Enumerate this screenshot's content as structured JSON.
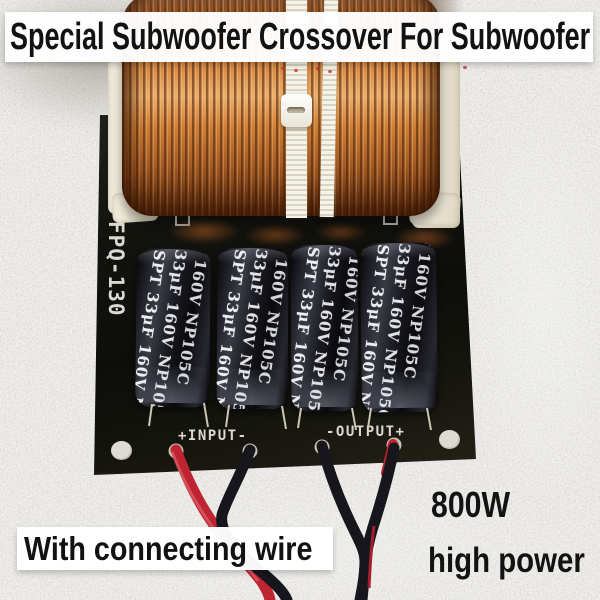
{
  "overlays": {
    "title": "Special Subwoofer Crossover For Subwoofer",
    "caption": "With connecting wire",
    "power_line1": "800W",
    "power_line2": "high power"
  },
  "board": {
    "model": "FPQ-130",
    "input_label": "+INPUT-",
    "output_label": "-OUTPUT+"
  },
  "capacitors": {
    "count": 4,
    "marking": "SPT 33μF 160V NP105C",
    "brand": "SPT",
    "capacitance": "33μF",
    "voltage": "160V",
    "type_code": "NP105C"
  },
  "coil": {
    "type": "copper-wound-inductor",
    "zip_tie_count": 2
  },
  "wires": {
    "input_colors": [
      "red",
      "black"
    ],
    "output_colors": [
      "black",
      "red-black"
    ]
  },
  "colors": {
    "background": "#c6c4c0",
    "pcb": "#14140f",
    "copper_light": "#eeb06d",
    "copper_dark": "#6b3413",
    "banner_bg": "#ffffff",
    "overlay_text": "#121212",
    "silkscreen": "#ddd9d0",
    "wire_red": "#bf2433",
    "wire_black": "#16161c",
    "zip_tie": "#f6f3e9"
  }
}
